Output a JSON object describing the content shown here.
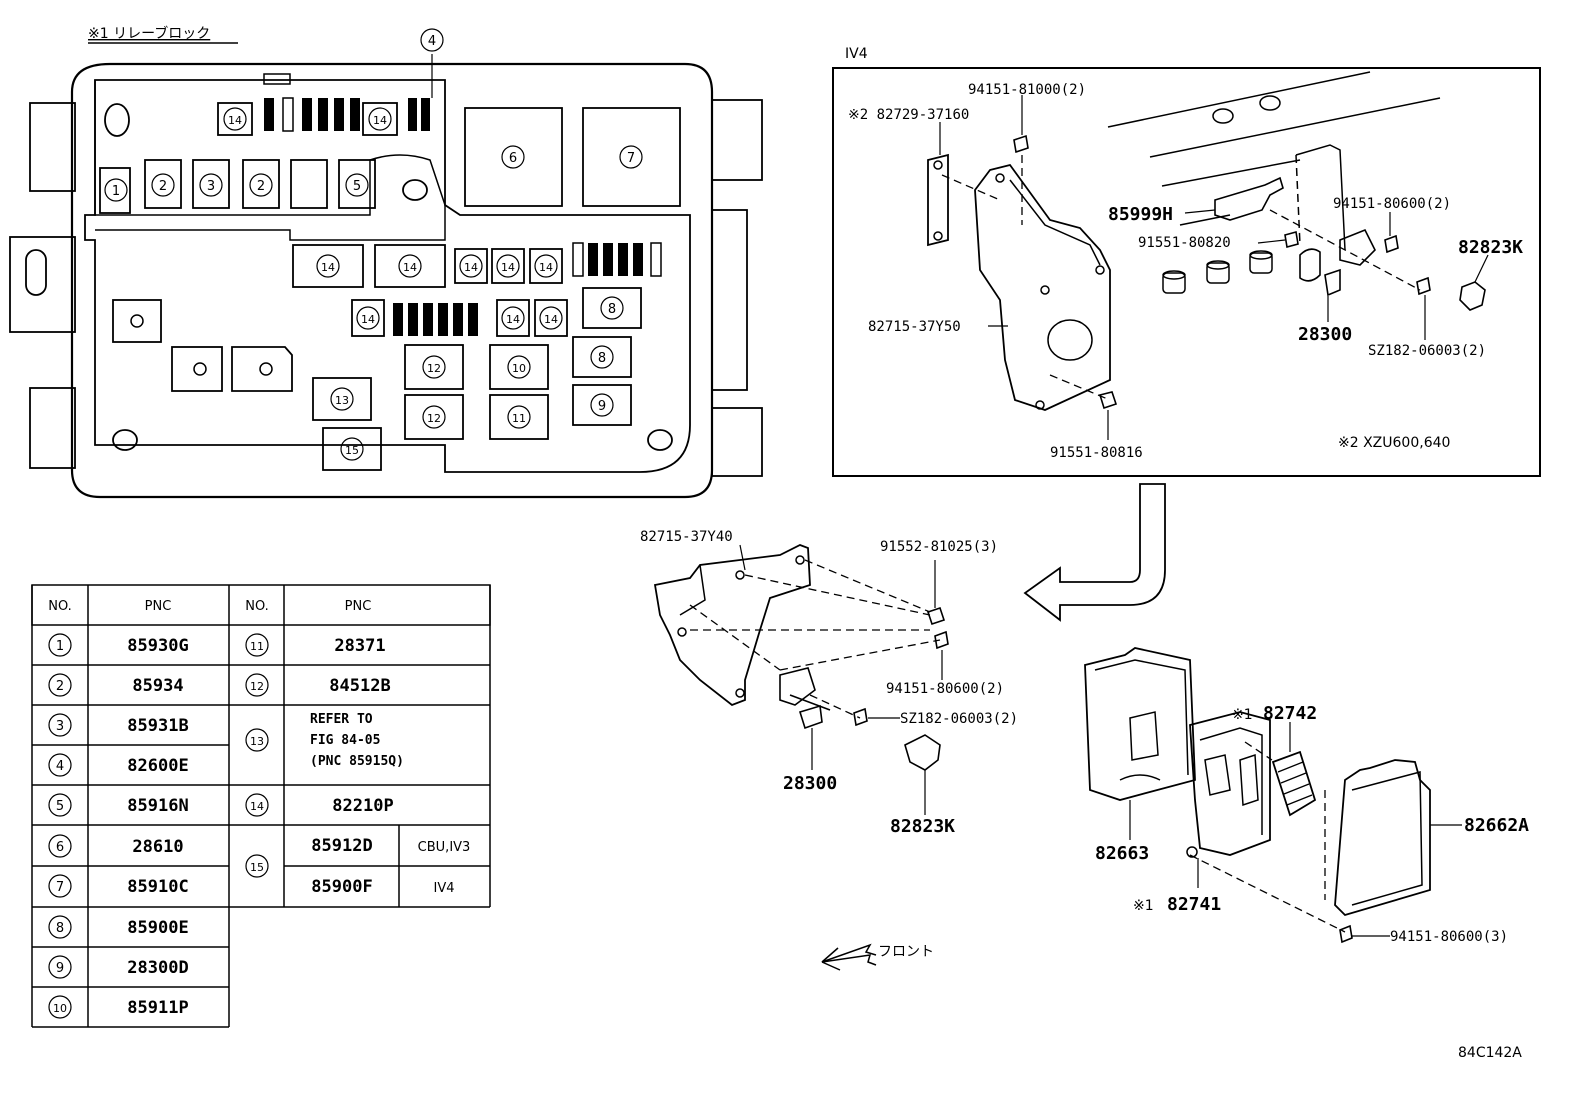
{
  "relay_block": {
    "title": "※1 リレーブロック",
    "slots": [
      "1",
      "2",
      "3",
      "2",
      "5",
      "6",
      "7",
      "8",
      "8",
      "9",
      "10",
      "11",
      "12",
      "12",
      "13",
      "14",
      "15",
      "4"
    ]
  },
  "iv4_box": {
    "title": "IV4",
    "parts": {
      "bolt_a": "94151-81000(2)",
      "bracket_note": "※2 82729-37160",
      "relay_h": "85999H",
      "nut_a": "94151-80600(2)",
      "bolt_b": "91551-80820",
      "relay_k": "82823K",
      "bracket": "82715-37Y50",
      "harness": "28300",
      "nut_b": "SZ182-06003(2)",
      "bolt_c": "91551-80816",
      "note": "※2 XZU600,640"
    }
  },
  "lower_parts": {
    "bracket": "82715-37Y40",
    "bolt": "91552-81025(3)",
    "nut": "94151-80600(2)",
    "nut2": "SZ182-06003(2)",
    "harness": "28300",
    "relay": "82823K",
    "block_a": "82742",
    "block_a_note": "※1",
    "cover": "82663",
    "block_b": "82741",
    "block_b_note": "※1",
    "cover_b": "82662A",
    "nut3": "94151-80600(3)",
    "front": "フロント"
  },
  "table": {
    "h_no": "NO.",
    "h_pnc": "PNC",
    "rows_left": [
      {
        "no": "1",
        "pnc": "85930G"
      },
      {
        "no": "2",
        "pnc": "85934"
      },
      {
        "no": "3",
        "pnc": "85931B"
      },
      {
        "no": "4",
        "pnc": "82600E"
      },
      {
        "no": "5",
        "pnc": "85916N"
      },
      {
        "no": "6",
        "pnc": "28610"
      },
      {
        "no": "7",
        "pnc": "85910C"
      },
      {
        "no": "8",
        "pnc": "85900E"
      },
      {
        "no": "9",
        "pnc": "28300D"
      },
      {
        "no": "10",
        "pnc": "85911P"
      }
    ],
    "r11": {
      "no": "11",
      "pnc": "28371"
    },
    "r12": {
      "no": "12",
      "pnc": "84512B"
    },
    "r13": {
      "no": "13",
      "l1": "REFER TO",
      "l2": "FIG 84-05",
      "l3": "(PNC 85915Q)"
    },
    "r14": {
      "no": "14",
      "pnc": "82210P"
    },
    "r15": {
      "no": "15",
      "a_pnc": "85912D",
      "a_note": "CBU,IV3",
      "b_pnc": "85900F",
      "b_note": "IV4"
    }
  },
  "figure_code": "84C142A"
}
